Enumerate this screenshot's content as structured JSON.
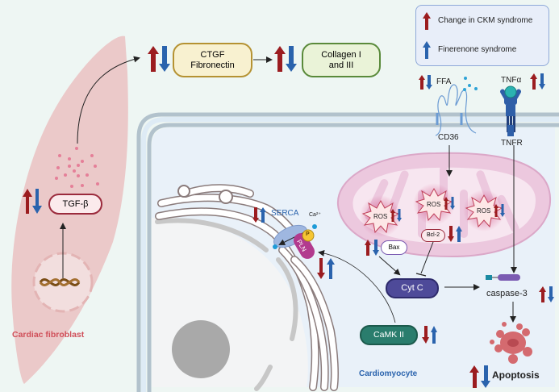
{
  "legend": {
    "items": [
      {
        "label": "Change in CKM syndrome",
        "color": "#9b1c1f",
        "icon": "arrow-up-red"
      },
      {
        "label": "Finerenone syndrome",
        "color": "#2a63ad",
        "icon": "arrow-up-blue"
      }
    ]
  },
  "colors": {
    "increase_red": "#9b1c1f",
    "finerenone_blue": "#2a63ad",
    "background": "#eef6f3",
    "fibroblast_fill": "#ebc9c9",
    "cardiomyocyte_fill": "#e9f1f9",
    "membrane": "#b2c2cc"
  },
  "fibroblast": {
    "label": "Cardiac fibroblast",
    "tgf_beta": "TGF-β",
    "ctgf": "CTGF\nFibronectin",
    "ctgf_line1": "CTGF",
    "ctgf_line2": "Fibronectin",
    "collagen_line1": "Collagen I",
    "collagen_line2": "and III"
  },
  "membrane": {
    "ffa": "FFA",
    "cd36": "CD36",
    "tnfa": "TNFα",
    "tnfr": "TNFR"
  },
  "cardiomyocyte": {
    "label": "Cardiomyocyte",
    "serca": "SERCA",
    "ca": "Ca²⁺",
    "p": "P",
    "pln": "PLN",
    "camk": "CaMK II",
    "ros": [
      "ROS",
      "ROS",
      "ROS"
    ],
    "bax": "Bax",
    "bcl2": "Bcl-2",
    "cytc": "Cyt C",
    "caspase": "caspase-3",
    "apoptosis": "Apoptosis"
  },
  "regulation": {
    "tgf_beta": {
      "ckm": "up",
      "finerenone": "down"
    },
    "ctgf": {
      "ckm": "up",
      "finerenone": "down"
    },
    "collagen": {
      "ckm": "up",
      "finerenone": "down"
    },
    "ffa": {
      "ckm": "up",
      "finerenone": "down"
    },
    "tnfa": {
      "ckm": "up",
      "finerenone": "down"
    },
    "serca": {
      "ckm": "down",
      "finerenone": "up"
    },
    "pln": {
      "ckm": "down",
      "finerenone": "up"
    },
    "ros": {
      "ckm": "up",
      "finerenone": "down"
    },
    "bax": {
      "ckm": "up",
      "finerenone": "down"
    },
    "bcl2": {
      "ckm": "down",
      "finerenone": "up"
    },
    "camk": {
      "ckm": "down",
      "finerenone": "up"
    },
    "caspase": {
      "ckm": "up",
      "finerenone": "down"
    },
    "apoptosis": {
      "ckm": "up",
      "finerenone": "down"
    }
  }
}
